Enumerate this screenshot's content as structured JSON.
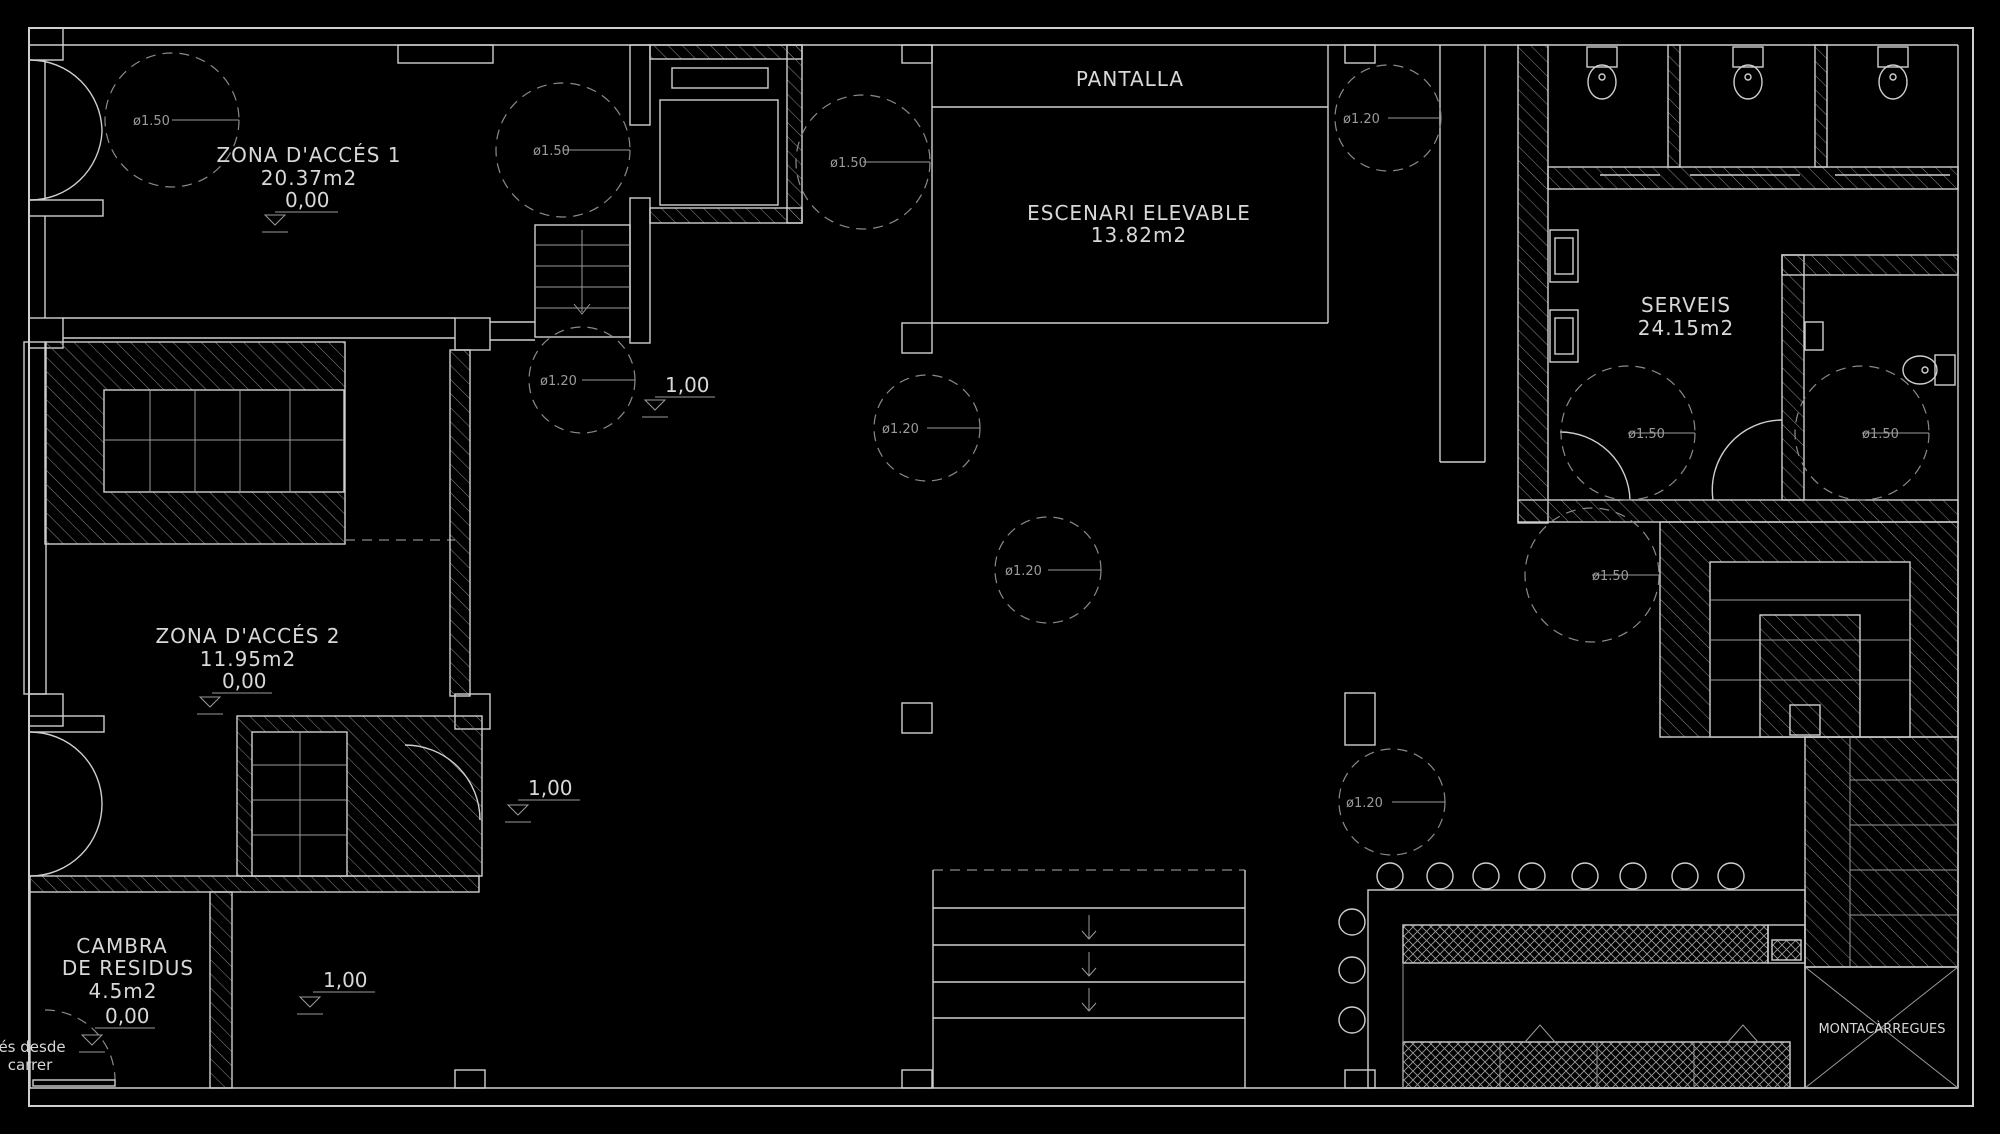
{
  "rooms": [
    {
      "name": "ZONA D'ACCÉS 1",
      "area": "20.37m2",
      "level": "0,00"
    },
    {
      "name": "ESCENARI ELEVABLE",
      "area": "13.82m2"
    },
    {
      "name": "SERVEIS",
      "area": "24.15m2"
    },
    {
      "name": "ZONA D'ACCÉS 2",
      "area": "11.95m2",
      "level": "0,00"
    },
    {
      "name": "CAMBRA",
      "name2": "DE RESIDUS",
      "area": "4.5m2",
      "level": "0,00"
    }
  ],
  "pantalla": "PANTALLA",
  "montacarregues": "MONTACÀRREGUES",
  "access_note": [
    "és desde",
    "carrer"
  ],
  "levels": [
    "1,00",
    "1,00",
    "1,00"
  ],
  "turning_circles": [
    "ø1.50",
    "ø1.50",
    "ø1.50",
    "ø1.20",
    "ø1.20",
    "ø1.20",
    "ø1.20",
    "ø1.50",
    "ø1.50",
    "ø1.50",
    "ø1.20"
  ]
}
